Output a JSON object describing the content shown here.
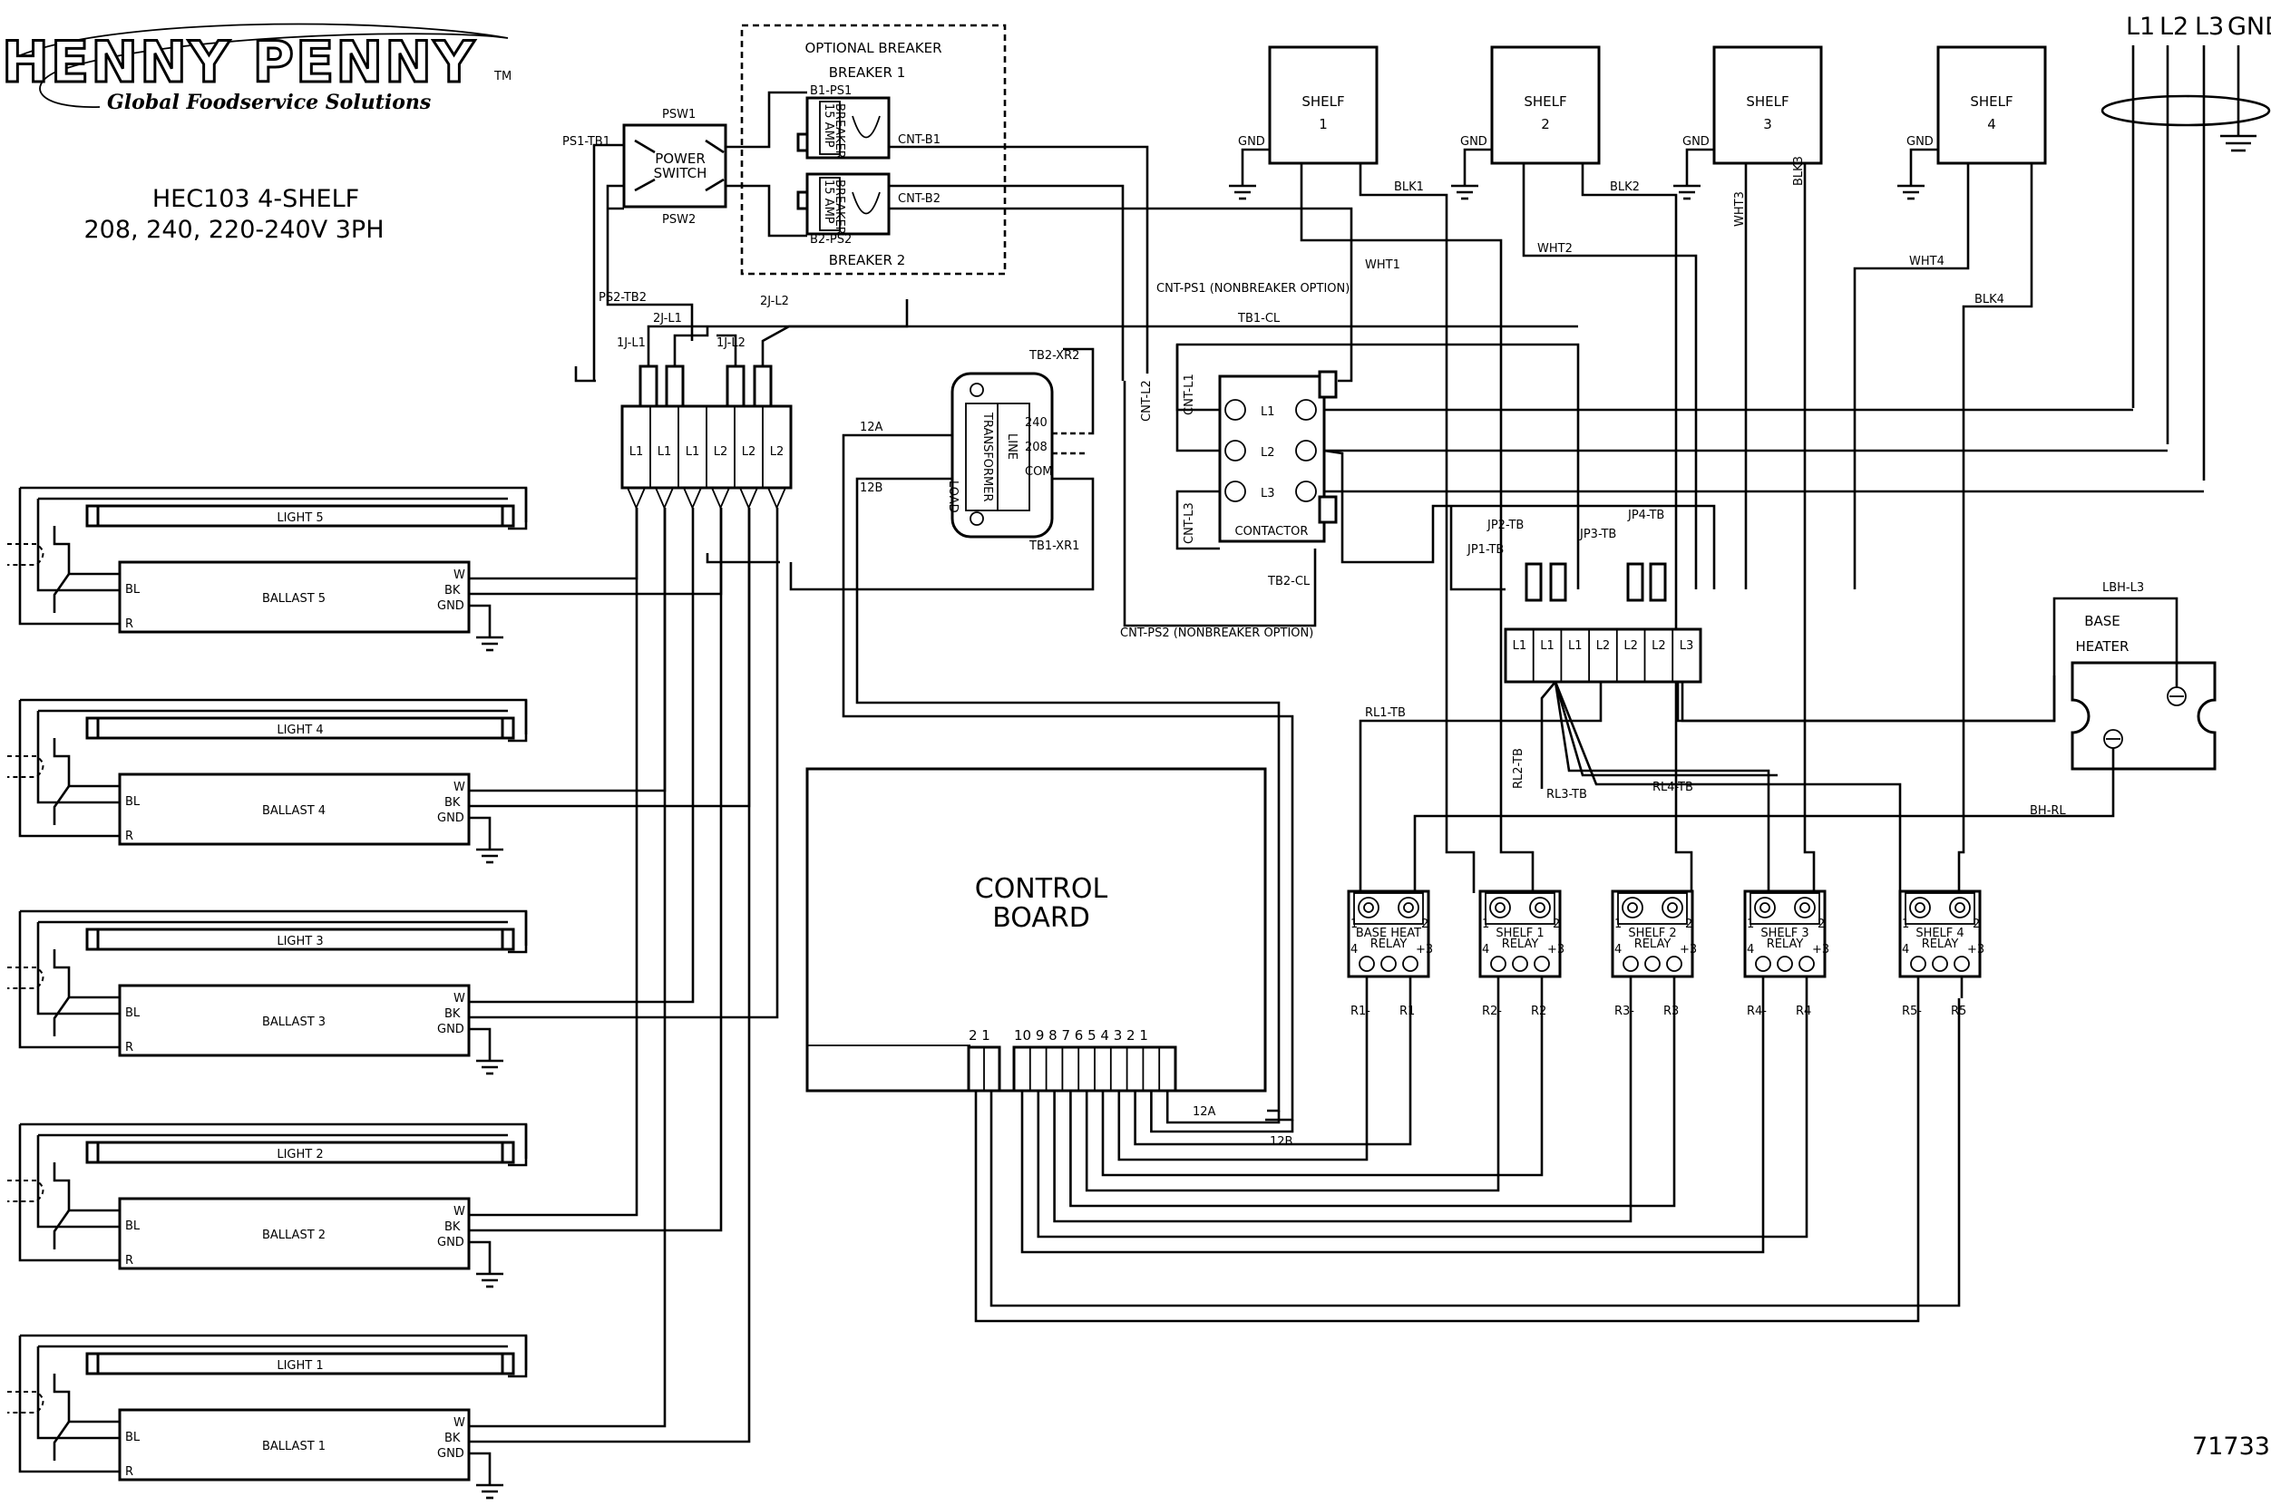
{
  "brand": {
    "name": "HENNY PENNY",
    "trademark": "TM",
    "tagline": "Global Foodservice Solutions"
  },
  "title": {
    "line1": "HEC103 4-SHELF",
    "line2": "208, 240, 220-240V 3PH"
  },
  "drawing_number": "71733",
  "supply": {
    "l1": "L1",
    "l2": "L2",
    "l3": "L3",
    "gnd": "GND"
  },
  "shelves": [
    {
      "line1": "SHELF",
      "line2": "1",
      "gnd": "GND",
      "wht": "WHT1",
      "blk": "BLK1"
    },
    {
      "line1": "SHELF",
      "line2": "2",
      "gnd": "GND",
      "wht": "WHT2",
      "blk": "BLK2"
    },
    {
      "line1": "SHELF",
      "line2": "3",
      "gnd": "GND",
      "wht": "WHT3",
      "blk": "BLK3"
    },
    {
      "line1": "SHELF",
      "line2": "4",
      "gnd": "GND",
      "wht": "WHT4",
      "blk": "BLK4"
    }
  ],
  "breaker": {
    "title": "OPTIONAL BREAKER",
    "b1": "BREAKER 1",
    "b2": "BREAKER 2",
    "b1_ps": "B1-PS1",
    "b2_ps": "B2-PS2",
    "cnt_b1": "CNT-B1",
    "cnt_b2": "CNT-B2",
    "rating_a": "15 AMP",
    "rating_b": "BREAKER"
  },
  "power_switch": {
    "line1": "POWER",
    "line2": "SWITCH",
    "psw1": "PSW1",
    "psw2": "PSW2",
    "ps1_tb1": "PS1-TB1",
    "ps2_tb2": "PS2-TB2"
  },
  "terminal_block_1": {
    "terms": [
      "L1",
      "L1",
      "L1",
      "L2",
      "L2",
      "L2"
    ],
    "j1l1": "1J-L1",
    "j2l1": "2J-L1",
    "j1l2": "1J-L2",
    "j2l2": "2J-L2"
  },
  "transformer": {
    "name": "TRANSFORMER",
    "load": "LOAD",
    "line": "LINE",
    "t240": "240",
    "t208": "208",
    "com": "COM",
    "tb2_xr2": "TB2-XR2",
    "tb1_xr1": "TB1-XR1",
    "a12": "12A",
    "b12": "12B"
  },
  "contactor": {
    "name": "CONTACTOR",
    "l1": "L1",
    "l2": "L2",
    "l3": "L3",
    "cnt_l1": "CNT-L1",
    "cnt_l2": "CNT-L2",
    "cnt_l3": "CNT-L3",
    "tb1_cl": "TB1-CL",
    "tb2_cl": "TB2-CL",
    "cnt_ps1": "CNT-PS1 (NONBREAKER OPTION)",
    "cnt_ps2": "CNT-PS2 (NONBREAKER OPTION)"
  },
  "terminal_block_2": {
    "terms": [
      "L1",
      "L1",
      "L1",
      "L2",
      "L2",
      "L2",
      "L3"
    ],
    "jp1": "JP1-TB",
    "jp2": "JP2-TB",
    "jp3": "JP3-TB",
    "jp4": "JP4-TB",
    "rl1": "RL1-TB",
    "rl2": "RL2-TB",
    "rl3": "RL3-TB",
    "rl4": "RL4-TB"
  },
  "base_heater": {
    "line1": "BASE",
    "line2": "HEATER",
    "lbh": "LBH-L3",
    "bh_rl": "BH-RL"
  },
  "control_board": {
    "line1": "CONTROL",
    "line2": "BOARD",
    "pins_a": "2 1",
    "pins_b": "10 9 8 7 6 5 4 3 2 1",
    "w12a": "12A",
    "w12b": "12B"
  },
  "relays": [
    {
      "line1": "BASE HEAT",
      "line2": "RELAY",
      "minus": "R1-",
      "plus": "R1",
      "t1": "1",
      "t2": "2",
      "t3": "+3",
      "t4": "4"
    },
    {
      "line1": "SHELF 1",
      "line2": "RELAY",
      "minus": "R2-",
      "plus": "R2",
      "t1": "1",
      "t2": "2",
      "t3": "+3",
      "t4": "4"
    },
    {
      "line1": "SHELF 2",
      "line2": "RELAY",
      "minus": "R3-",
      "plus": "R3",
      "t1": "1",
      "t2": "2",
      "t3": "+3",
      "t4": "4"
    },
    {
      "line1": "SHELF 3",
      "line2": "RELAY",
      "minus": "R4-",
      "plus": "R4",
      "t1": "1",
      "t2": "2",
      "t3": "+3",
      "t4": "4"
    },
    {
      "line1": "SHELF 4",
      "line2": "RELAY",
      "minus": "R5-",
      "plus": "R5",
      "t1": "1",
      "t2": "2",
      "t3": "+3",
      "t4": "4"
    }
  ],
  "lights": [
    {
      "light": "LIGHT 5",
      "ballast": "BALLAST 5"
    },
    {
      "light": "LIGHT 4",
      "ballast": "BALLAST 4"
    },
    {
      "light": "LIGHT 3",
      "ballast": "BALLAST 3"
    },
    {
      "light": "LIGHT 2",
      "ballast": "BALLAST 2"
    },
    {
      "light": "LIGHT 1",
      "ballast": "BALLAST 1"
    }
  ],
  "ballast_terms": {
    "bl": "BL",
    "r": "R",
    "w": "W",
    "bk": "BK",
    "gnd": "GND"
  }
}
